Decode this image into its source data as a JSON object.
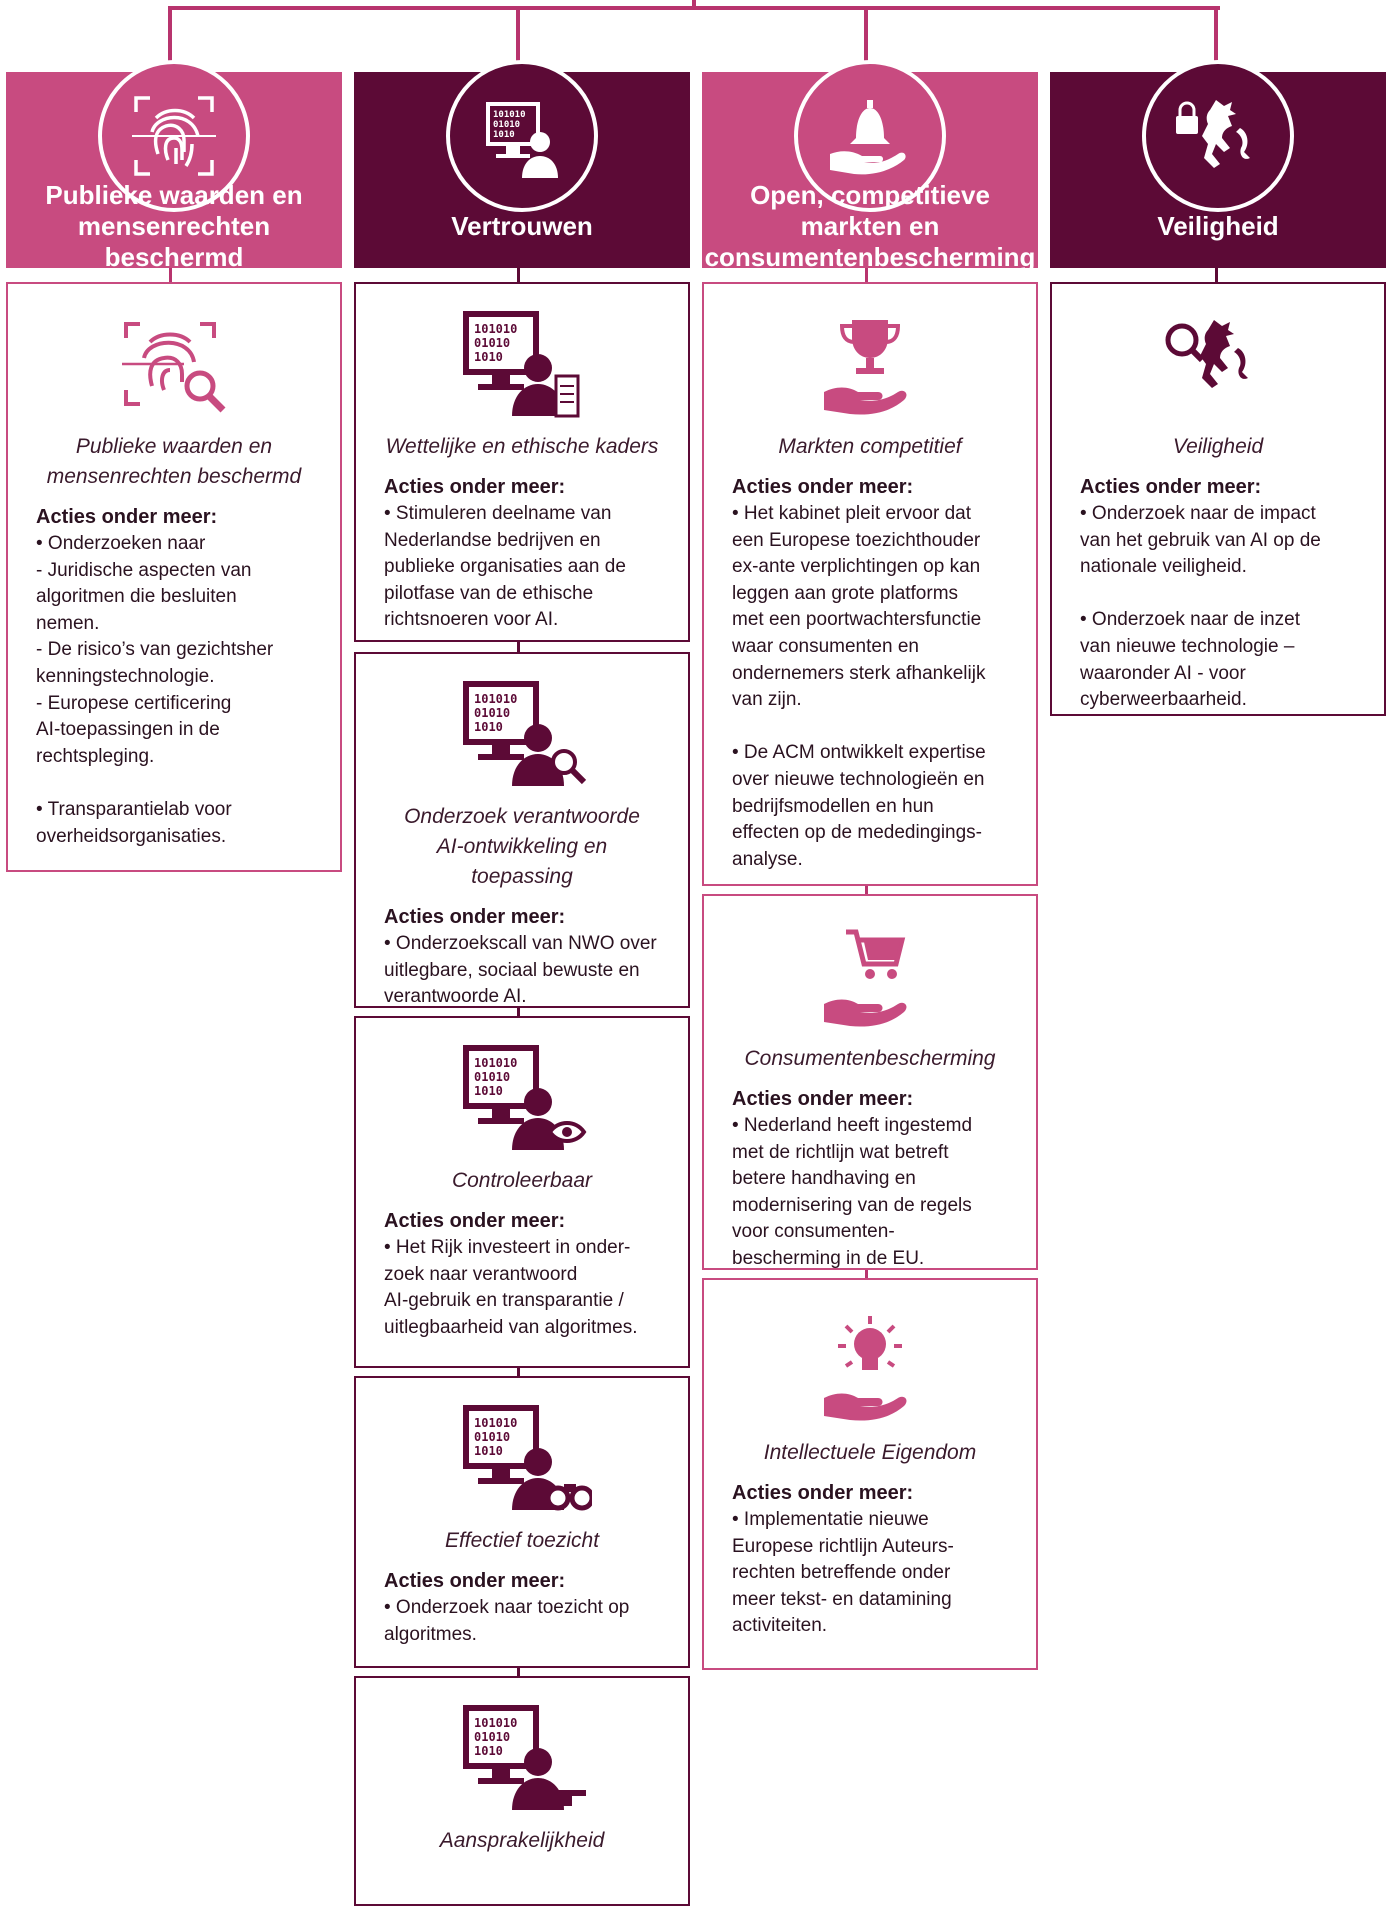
{
  "colors": {
    "pink": "#c84b80",
    "dark": "#5c0a36",
    "line": "#b8346e"
  },
  "columns": [
    {
      "title": "Publieke waarden en mensenrechten beschermd",
      "color": "pink",
      "icon": "fingerprint-icon",
      "cards": [
        {
          "icon": "fingerprint-search-icon",
          "title": "Publieke waarden en\nmensenrechten beschermd",
          "label": "Acties onder meer:",
          "body": "• Onderzoeken naar\n - Juridische aspecten van\n   algoritmen die besluiten\n   nemen.\n - De risico’s van gezichtsher\n   kenningstechnologie.\n - Europese certificering\n   AI-toepassingen in de\n   rechtspleging.\n\n• Transparantielab voor\n  overheidsorganisaties."
        }
      ]
    },
    {
      "title": "Vertrouwen",
      "color": "dark",
      "icon": "computer-person-icon",
      "cards": [
        {
          "icon": "computer-person-scroll-icon",
          "title": "Wettelijke en ethische kaders",
          "label": "Acties onder meer:",
          "body": "• Stimuleren deelname van\n  Nederlandse bedrijven en\n  publieke organisaties aan de\n  pilotfase van de ethische\n  richtsnoeren voor AI."
        },
        {
          "icon": "computer-person-magnifier-icon",
          "title": "Onderzoek verantwoorde\nAI-ontwikkeling en toepassing",
          "label": "Acties onder meer:",
          "body": "• Onderzoekscall van NWO over\n  uitlegbare, sociaal bewuste en\n  verantwoorde AI."
        },
        {
          "icon": "computer-person-eye-icon",
          "title": "Controleerbaar",
          "label": "Acties onder meer:",
          "body": "• Het Rijk investeert in onder-\n  zoek naar verantwoord\n  AI-gebruik en transparantie /\n  uitlegbaarheid van algoritmes."
        },
        {
          "icon": "computer-person-binoculars-icon",
          "title": "Effectief toezicht",
          "label": "Acties onder meer:",
          "body": "• Onderzoek naar toezicht op\n   algoritmes."
        },
        {
          "icon": "computer-person-pointing-icon",
          "title": "Aansprakelijkheid",
          "label": "",
          "body": ""
        }
      ]
    },
    {
      "title": "Open, competitieve markten en consumentenbescherming",
      "color": "pink",
      "icon": "hand-bell-icon",
      "cards": [
        {
          "icon": "hand-trophy-icon",
          "title": "Markten competitief",
          "label": "Acties onder meer:",
          "body": "• Het kabinet pleit ervoor dat\n  een Europese toezichthouder\n  ex-ante verplichtingen op kan\n  leggen aan grote platforms\n  met een poortwachtersfunctie\n  waar consumenten en\n  ondernemers sterk afhankelijk\n  van zijn.\n\n• De ACM ontwikkelt expertise\n  over nieuwe technologieën en\n  bedrijfsmodellen en hun\n  effecten op de mededingings-\n  analyse."
        },
        {
          "icon": "hand-cart-icon",
          "title": "Consumentenbescherming",
          "label": "Acties onder meer:",
          "body": "• Nederland heeft ingestemd\n  met de richtlijn wat betreft\n  betere handhaving en\n  modernisering van de regels\n  voor consumenten-\n  bescherming in de EU."
        },
        {
          "icon": "hand-lightbulb-icon",
          "title": "Intellectuele Eigendom",
          "label": "Acties onder meer:",
          "body": "• Implementatie nieuwe\n  Europese richtlijn Auteurs-\n  rechten betreffende onder\n  meer tekst- en datamining\n  activiteiten."
        }
      ]
    },
    {
      "title": "Veiligheid",
      "color": "dark",
      "icon": "lion-lock-icon",
      "cards": [
        {
          "icon": "lion-magnifier-icon",
          "title": "Veiligheid",
          "label": "Acties onder meer:",
          "body": "• Onderzoek naar de impact\n  van het gebruik van AI op de\n  nationale veiligheid.\n\n• Onderzoek naar de inzet\n  van nieuwe technologie –\n  waaronder AI - voor\n  cyberweerbaarheid."
        }
      ]
    }
  ]
}
